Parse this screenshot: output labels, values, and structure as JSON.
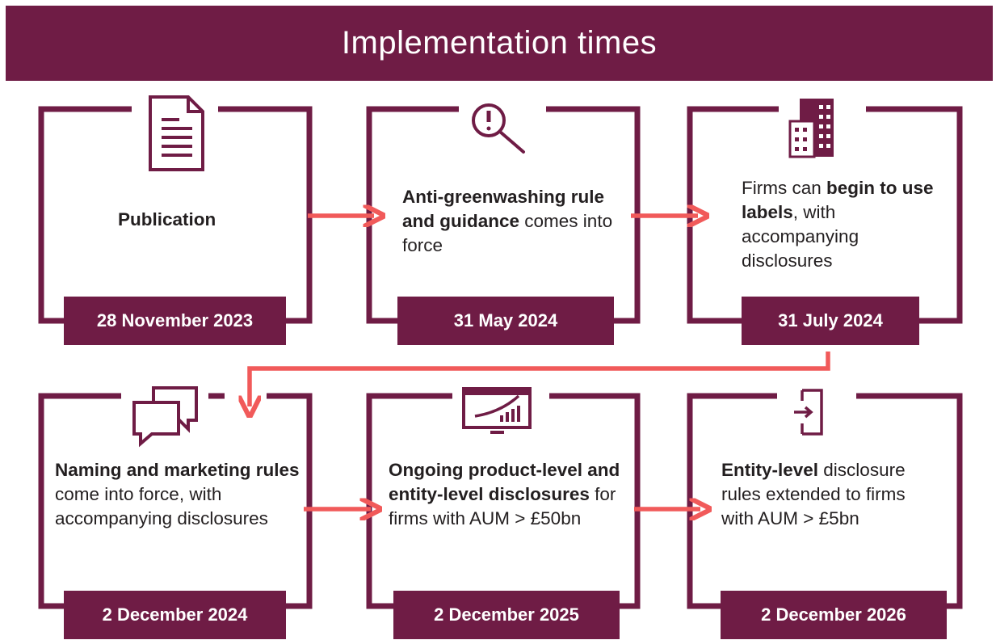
{
  "header": {
    "title": "Implementation times"
  },
  "colors": {
    "frame": "#6f1c45",
    "arrow": "#f15a5a",
    "text": "#231f20"
  },
  "stages": [
    {
      "icon": "document-icon",
      "date": "28 November 2023",
      "desc": {
        "b1": "Publication"
      }
    },
    {
      "icon": "magnifier-alert-icon",
      "date": "31 May 2024",
      "desc": {
        "b1": "Anti-greenwashing rule and guidance",
        "t1": " comes into force"
      }
    },
    {
      "icon": "building-icon",
      "date": "31 July 2024",
      "desc": {
        "t0": "Firms can ",
        "b1": "begin to use labels",
        "t1": ", with accompanying disclosures"
      }
    },
    {
      "icon": "speech-bubbles-icon",
      "date": "2 December 2024",
      "desc": {
        "b1": "Naming and marketing rules",
        "t1": " come into force, with accompanying disclosures"
      }
    },
    {
      "icon": "growth-chart-monitor-icon",
      "date": "2 December 2025",
      "desc": {
        "b1": "Ongoing product-level and entity-level disclosures",
        "t1": " for firms with AUM > £50bn"
      }
    },
    {
      "icon": "enter-door-icon",
      "date": "2 December 2026",
      "desc": {
        "b1": "Entity-level",
        "t1": " disclosure rules extended to firms with AUM > £5bn"
      }
    }
  ]
}
